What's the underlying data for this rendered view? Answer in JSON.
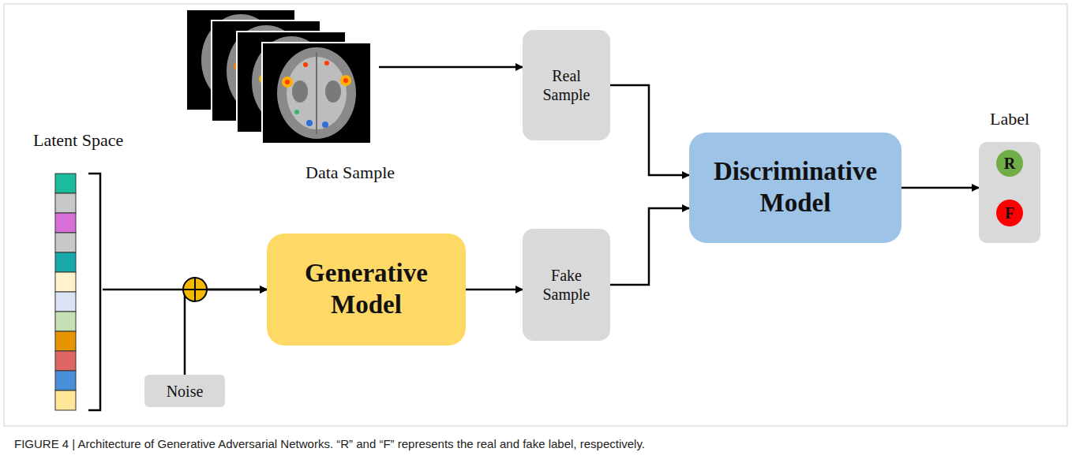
{
  "diagram": {
    "caption": "FIGURE 4 | Architecture of Generative Adversarial Networks. “R” and “F” represents the real and fake label, respectively.",
    "nodes": [
      {
        "text": [
          "Data Sample"
        ]
      },
      {
        "text": [
          "Real Sample"
        ]
      },
      {
        "text": [
          "Latent Space"
        ]
      },
      {
        "text": [
          "Discriminative Model"
        ]
      },
      {
        "text": [
          "Label"
        ]
      },
      {
        "text": [
          "R"
        ],
        "in": 4
      },
      {
        "text": [
          "F"
        ],
        "in": 4
      },
      {
        "text": [
          "Generative Model"
        ]
      },
      {
        "text": [
          "Fake Sample"
        ]
      },
      {
        "text": [
          "Noise"
        ]
      }
    ],
    "edges": [
      {
        "from": 0,
        "to": 1,
        "arrow": "to"
      },
      {
        "from": 2,
        "to": 7,
        "arrow": "to"
      },
      {
        "from": 9,
        "to": 7,
        "arrow": "to"
      },
      {
        "from": 7,
        "to": 8,
        "arrow": "to"
      },
      {
        "from": 1,
        "to": 3,
        "arrow": "to"
      },
      {
        "from": 8,
        "to": 3,
        "arrow": "to"
      },
      {
        "from": 3,
        "to": 4,
        "arrow": "to"
      }
    ]
  }
}
